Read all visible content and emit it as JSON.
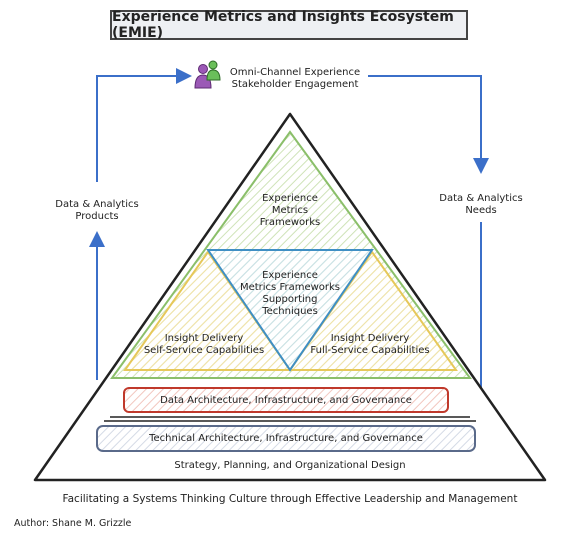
{
  "title": "Experience Metrics and Insights Ecosystem (EMIE)",
  "stakeholder": {
    "line1": "Omni-Channel Experience",
    "line2": "Stakeholder Engagement",
    "icon": "people-icon"
  },
  "left_label": {
    "line1": "Data & Analytics",
    "line2": "Products"
  },
  "right_label": {
    "line1": "Data & Analytics",
    "line2": "Needs"
  },
  "pyramid": {
    "top": {
      "line1": "Experience",
      "line2": "Metrics",
      "line3": "Frameworks"
    },
    "center": {
      "line1": "Experience",
      "line2": "Metrics Frameworks",
      "line3": "Supporting",
      "line4": "Techniques"
    },
    "left": {
      "line1": "Insight Delivery",
      "line2": "Self-Service Capabilities"
    },
    "right": {
      "line1": "Insight Delivery",
      "line2": "Full-Service Capabilities"
    },
    "data_arch": "Data Architecture, Infrastructure, and Governance",
    "tech_arch": "Technical Architecture, Infrastructure, and Governance",
    "strategy": "Strategy, Planning, and Organizational Design"
  },
  "caption": "Facilitating a Systems Thinking Culture through Effective Leadership and Management",
  "author": "Author: Shane M. Grizzle",
  "colors": {
    "arrow": "#3b6fc9",
    "green": "#8bbf6a",
    "yellow": "#e6c85a",
    "blue_tri": "#3f8fc4",
    "red": "#c0392b",
    "slate": "#5a6a8a"
  }
}
